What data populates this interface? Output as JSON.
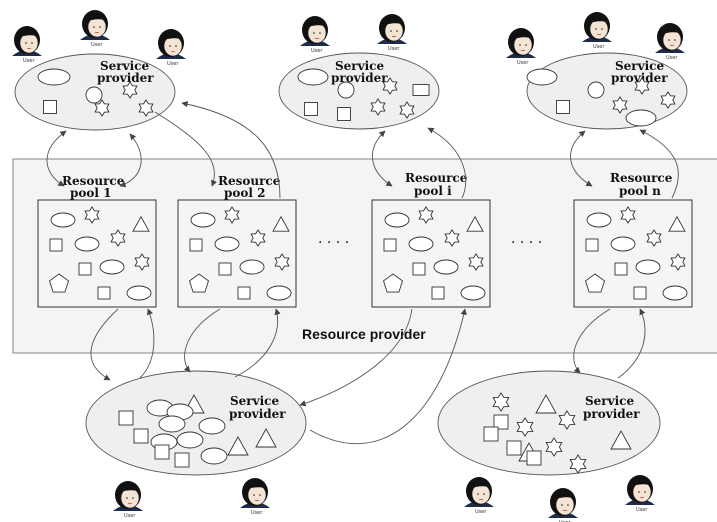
{
  "resource_provider": {
    "label": "Resource provider"
  },
  "service_providers": [
    {
      "label_line1": "Service",
      "label_line2": "provider"
    },
    {
      "label_line1": "Service",
      "label_line2": "provider"
    },
    {
      "label_line1": "Service",
      "label_line2": "provider"
    },
    {
      "label_line1": "Service",
      "label_line2": "provider"
    },
    {
      "label_line1": "Service",
      "label_line2": "provider"
    }
  ],
  "resource_pools": [
    {
      "label_line1": "Resource",
      "label_line2": "pool 1"
    },
    {
      "label_line1": "Resource",
      "label_line2": "pool 2"
    },
    {
      "label_line1": "Resource",
      "label_line2": "pool i"
    },
    {
      "label_line1": "Resource",
      "label_line2": "pool n"
    }
  ],
  "ellipsis": ". . . .",
  "user_label": "User",
  "colors": {
    "line": "#555555",
    "ellipse_fill": "#efefef",
    "band_fill": "#f4f4f4"
  }
}
